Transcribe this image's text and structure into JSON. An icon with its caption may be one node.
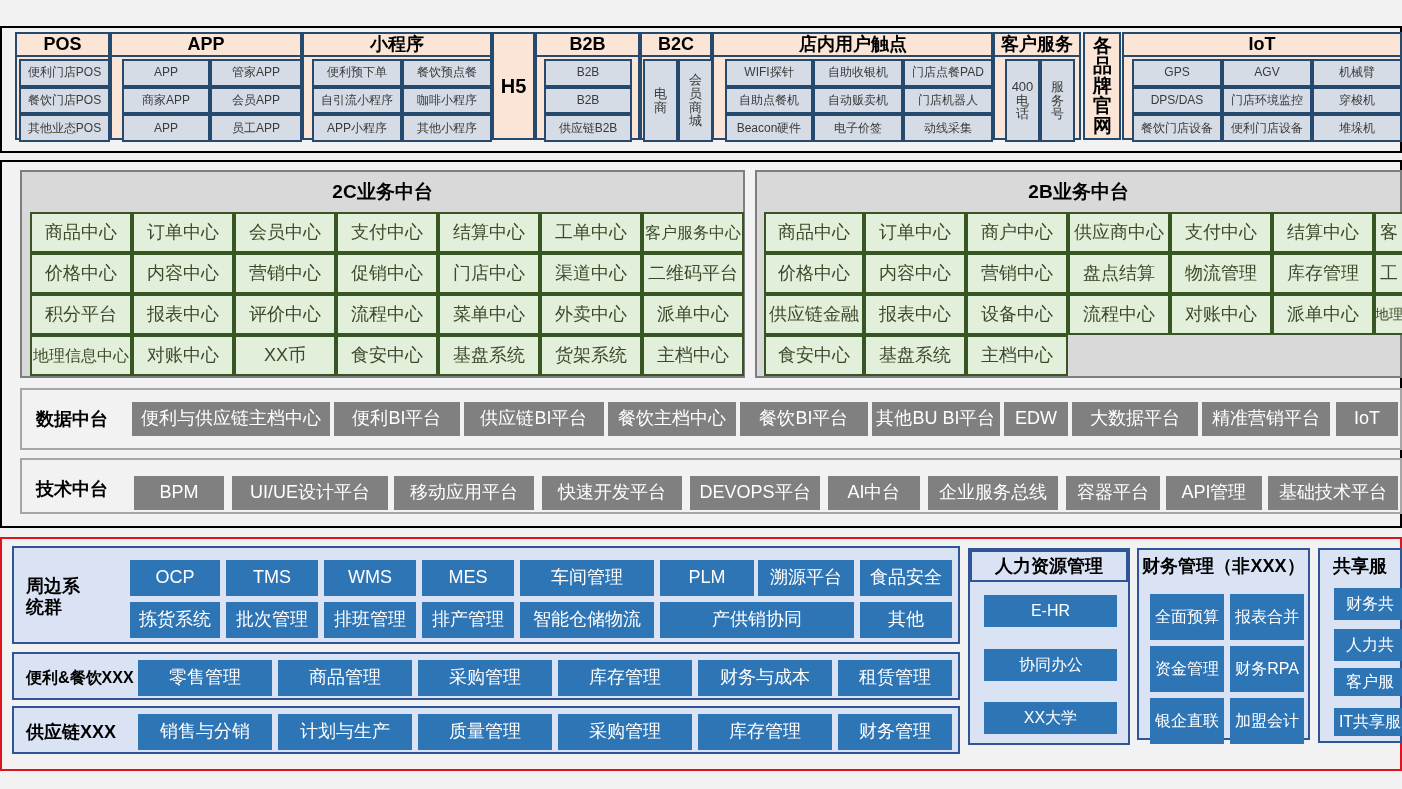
{
  "diagram": {
    "nodes": [
      {
        "text": [
          "POS"
        ]
      },
      {
        "text": [
          "便利门店POS"
        ],
        "in": 0
      },
      {
        "text": [
          "餐饮门店POS"
        ],
        "in": 0
      },
      {
        "text": [
          "其他业态POS"
        ],
        "in": 0
      },
      {
        "text": [
          "APP"
        ]
      },
      {
        "text": [
          "APP"
        ],
        "in": 4
      },
      {
        "text": [
          "管家APP"
        ],
        "in": 4
      },
      {
        "text": [
          "商家APP"
        ],
        "in": 4
      },
      {
        "text": [
          "会员APP"
        ],
        "in": 4
      },
      {
        "text": [
          "APP"
        ],
        "in": 4
      },
      {
        "text": [
          "员工APP"
        ],
        "in": 4
      },
      {
        "text": [
          "小程序"
        ]
      },
      {
        "text": [
          "便利预下单"
        ],
        "in": 11
      },
      {
        "text": [
          "餐饮预点餐"
        ],
        "in": 11
      },
      {
        "text": [
          "自引流小程序"
        ],
        "in": 11
      },
      {
        "text": [
          "咖啡小程序"
        ],
        "in": 11
      },
      {
        "text": [
          "APP小程序"
        ],
        "in": 11
      },
      {
        "text": [
          "其他小程序"
        ],
        "in": 11
      },
      {
        "text": [
          "H5"
        ]
      },
      {
        "text": [
          "B2B"
        ]
      },
      {
        "text": [
          "B2B"
        ],
        "in": 19
      },
      {
        "text": [
          "B2B"
        ],
        "in": 19
      },
      {
        "text": [
          "供应链B2B"
        ],
        "in": 19
      },
      {
        "text": [
          "B2C"
        ]
      },
      {
        "text": [
          "电商"
        ],
        "in": 23
      },
      {
        "text": [
          "会员商城"
        ],
        "in": 23
      },
      {
        "text": [
          "店内用户触点"
        ]
      },
      {
        "text": [
          "WIFI探针"
        ],
        "in": 26
      },
      {
        "text": [
          "自助收银机"
        ],
        "in": 26
      },
      {
        "text": [
          "门店点餐PAD"
        ],
        "in": 26
      },
      {
        "text": [
          "自助点餐机"
        ],
        "in": 26
      },
      {
        "text": [
          "自动贩卖机"
        ],
        "in": 26
      },
      {
        "text": [
          "门店机器人"
        ],
        "in": 26
      },
      {
        "text": [
          "Beacon硬件"
        ],
        "in": 26
      },
      {
        "text": [
          "电子价签"
        ],
        "in": 26
      },
      {
        "text": [
          "动线采集"
        ],
        "in": 26
      },
      {
        "text": [
          "客户服务"
        ]
      },
      {
        "text": [
          "400电话"
        ],
        "in": 36
      },
      {
        "text": [
          "服务号"
        ],
        "in": 36
      },
      {
        "text": [
          "各品牌官网"
        ]
      },
      {
        "text": [
          "IoT"
        ]
      },
      {
        "text": [
          "GPS"
        ],
        "in": 40
      },
      {
        "text": [
          "AGV"
        ],
        "in": 40
      },
      {
        "text": [
          "机械臂"
        ],
        "in": 40
      },
      {
        "text": [
          "DPS/DAS"
        ],
        "in": 40
      },
      {
        "text": [
          "门店环境监控"
        ],
        "in": 40
      },
      {
        "text": [
          "穿梭机"
        ],
        "in": 40
      },
      {
        "text": [
          "餐饮门店设备"
        ],
        "in": 40
      },
      {
        "text": [
          "便利门店设备"
        ],
        "in": 40
      },
      {
        "text": [
          "堆垛机"
        ],
        "in": 40
      },
      {
        "text": [
          "2C业务中台"
        ]
      },
      {
        "text": [
          "商品中心"
        ],
        "in": 50
      },
      {
        "text": [
          "订单中心"
        ],
        "in": 50
      },
      {
        "text": [
          "会员中心"
        ],
        "in": 50
      },
      {
        "text": [
          "支付中心"
        ],
        "in": 50
      },
      {
        "text": [
          "结算中心"
        ],
        "in": 50
      },
      {
        "text": [
          "工单中心"
        ],
        "in": 50
      },
      {
        "text": [
          "客户服务中心"
        ],
        "in": 50
      },
      {
        "text": [
          "价格中心"
        ],
        "in": 50
      },
      {
        "text": [
          "内容中心"
        ],
        "in": 50
      },
      {
        "text": [
          "营销中心"
        ],
        "in": 50
      },
      {
        "text": [
          "促销中心"
        ],
        "in": 50
      },
      {
        "text": [
          "门店中心"
        ],
        "in": 50
      },
      {
        "text": [
          "渠道中心"
        ],
        "in": 50
      },
      {
        "text": [
          "二维码平台"
        ],
        "in": 50
      },
      {
        "text": [
          "积分平台"
        ],
        "in": 50
      },
      {
        "text": [
          "报表中心"
        ],
        "in": 50
      },
      {
        "text": [
          "评价中心"
        ],
        "in": 50
      },
      {
        "text": [
          "流程中心"
        ],
        "in": 50
      },
      {
        "text": [
          "菜单中心"
        ],
        "in": 50
      },
      {
        "text": [
          "外卖中心"
        ],
        "in": 50
      },
      {
        "text": [
          "派单中心"
        ],
        "in": 50
      },
      {
        "text": [
          "地理信息中心"
        ],
        "in": 50
      },
      {
        "text": [
          "对账中心"
        ],
        "in": 50
      },
      {
        "text": [
          "XX币"
        ],
        "in": 50
      },
      {
        "text": [
          "食安中心"
        ],
        "in": 50
      },
      {
        "text": [
          "基盘系统"
        ],
        "in": 50
      },
      {
        "text": [
          "货架系统"
        ],
        "in": 50
      },
      {
        "text": [
          "主档中心"
        ],
        "in": 50
      },
      {
        "text": [
          "2B业务中台"
        ]
      },
      {
        "text": [
          "商品中心"
        ],
        "in": 79
      },
      {
        "text": [
          "订单中心"
        ],
        "in": 79
      },
      {
        "text": [
          "商户中心"
        ],
        "in": 79
      },
      {
        "text": [
          "供应商中心"
        ],
        "in": 79
      },
      {
        "text": [
          "支付中心"
        ],
        "in": 79
      },
      {
        "text": [
          "结算中心"
        ],
        "in": 79
      },
      {
        "text": [
          "客"
        ],
        "in": 79
      },
      {
        "text": [
          "价格中心"
        ],
        "in": 79
      },
      {
        "text": [
          "内容中心"
        ],
        "in": 79
      },
      {
        "text": [
          "营销中心"
        ],
        "in": 79
      },
      {
        "text": [
          "盘点结算"
        ],
        "in": 79
      },
      {
        "text": [
          "物流管理"
        ],
        "in": 79
      },
      {
        "text": [
          "库存管理"
        ],
        "in": 79
      },
      {
        "text": [
          "工"
        ],
        "in": 79
      },
      {
        "text": [
          "供应链金融"
        ],
        "in": 79
      },
      {
        "text": [
          "报表中心"
        ],
        "in": 79
      },
      {
        "text": [
          "设备中心"
        ],
        "in": 79
      },
      {
        "text": [
          "流程中心"
        ],
        "in": 79
      },
      {
        "text": [
          "对账中心"
        ],
        "in": 79
      },
      {
        "text": [
          "派单中心"
        ],
        "in": 79
      },
      {
        "text": [
          "地理"
        ],
        "in": 79
      },
      {
        "text": [
          "食安中心"
        ],
        "in": 79
      },
      {
        "text": [
          "基盘系统"
        ],
        "in": 79
      },
      {
        "text": [
          "主档中心"
        ],
        "in": 79
      },
      {
        "text": [
          "数据中台"
        ]
      },
      {
        "text": [
          "便利与供应链主档中心"
        ],
        "in": 104
      },
      {
        "text": [
          "便利BI平台"
        ],
        "in": 104
      },
      {
        "text": [
          "供应链BI平台"
        ],
        "in": 104
      },
      {
        "text": [
          "餐饮主档中心"
        ],
        "in": 104
      },
      {
        "text": [
          "餐饮BI平台"
        ],
        "in": 104
      },
      {
        "text": [
          "其他BU BI平台"
        ],
        "in": 104
      },
      {
        "text": [
          "EDW"
        ],
        "in": 104
      },
      {
        "text": [
          "大数据平台"
        ],
        "in": 104
      },
      {
        "text": [
          "精准营销平台"
        ],
        "in": 104
      },
      {
        "text": [
          "IoT"
        ],
        "in": 104
      },
      {
        "text": [
          "技术中台"
        ]
      },
      {
        "text": [
          "BPM"
        ],
        "in": 115
      },
      {
        "text": [
          "UI/UE设计平台"
        ],
        "in": 115
      },
      {
        "text": [
          "移动应用平台"
        ],
        "in": 115
      },
      {
        "text": [
          "快速开发平台"
        ],
        "in": 115
      },
      {
        "text": [
          "DEVOPS平台"
        ],
        "in": 115
      },
      {
        "text": [
          "AI中台"
        ],
        "in": 115
      },
      {
        "text": [
          "企业服务总线"
        ],
        "in": 115
      },
      {
        "text": [
          "容器平台"
        ],
        "in": 115
      },
      {
        "text": [
          "API管理"
        ],
        "in": 115
      },
      {
        "text": [
          "基础技术平台"
        ],
        "in": 115
      },
      {
        "text": [
          "周边系统群"
        ]
      },
      {
        "text": [
          "OCP"
        ],
        "in": 126
      },
      {
        "text": [
          "TMS"
        ],
        "in": 126
      },
      {
        "text": [
          "WMS"
        ],
        "in": 126
      },
      {
        "text": [
          "MES"
        ],
        "in": 126
      },
      {
        "text": [
          "车间管理"
        ],
        "in": 126
      },
      {
        "text": [
          "PLM"
        ],
        "in": 126
      },
      {
        "text": [
          "溯源平台"
        ],
        "in": 126
      },
      {
        "text": [
          "食品安全"
        ],
        "in": 126
      },
      {
        "text": [
          "拣货系统"
        ],
        "in": 126
      },
      {
        "text": [
          "批次管理"
        ],
        "in": 126
      },
      {
        "text": [
          "排班管理"
        ],
        "in": 126
      },
      {
        "text": [
          "排产管理"
        ],
        "in": 126
      },
      {
        "text": [
          "智能仓储物流"
        ],
        "in": 126
      },
      {
        "text": [
          "产供销协同"
        ],
        "in": 126
      },
      {
        "text": [
          "其他"
        ],
        "in": 126
      },
      {
        "text": [
          "便利&餐饮XXX"
        ]
      },
      {
        "text": [
          "零售管理"
        ],
        "in": 142
      },
      {
        "text": [
          "商品管理"
        ],
        "in": 142
      },
      {
        "text": [
          "采购管理"
        ],
        "in": 142
      },
      {
        "text": [
          "库存管理"
        ],
        "in": 142
      },
      {
        "text": [
          "财务与成本"
        ],
        "in": 142
      },
      {
        "text": [
          "租赁管理"
        ],
        "in": 142
      },
      {
        "text": [
          "供应链XXX"
        ]
      },
      {
        "text": [
          "销售与分销"
        ],
        "in": 149
      },
      {
        "text": [
          "计划与生产"
        ],
        "in": 149
      },
      {
        "text": [
          "质量管理"
        ],
        "in": 149
      },
      {
        "text": [
          "采购管理"
        ],
        "in": 149
      },
      {
        "text": [
          "库存管理"
        ],
        "in": 149
      },
      {
        "text": [
          "财务管理"
        ],
        "in": 149
      },
      {
        "text": [
          "人力资源管理"
        ]
      },
      {
        "text": [
          "E-HR"
        ],
        "in": 156
      },
      {
        "text": [
          "协同办公"
        ],
        "in": 156
      },
      {
        "text": [
          "XX大学"
        ],
        "in": 156
      },
      {
        "text": [
          "财务管理（非XXX）"
        ]
      },
      {
        "text": [
          "全面预算"
        ],
        "in": 160
      },
      {
        "text": [
          "报表合并"
        ],
        "in": 160
      },
      {
        "text": [
          "资金管理"
        ],
        "in": 160
      },
      {
        "text": [
          "财务RPA"
        ],
        "in": 160
      },
      {
        "text": [
          "银企直联"
        ],
        "in": 160
      },
      {
        "text": [
          "加盟会计"
        ],
        "in": 160
      },
      {
        "text": [
          "共享服"
        ]
      },
      {
        "text": [
          "财务共"
        ],
        "in": 167
      },
      {
        "text": [
          "人力共"
        ],
        "in": 167
      },
      {
        "text": [
          "客户服"
        ],
        "in": 167
      },
      {
        "text": [
          "IT共享服"
        ],
        "in": 167
      }
    ]
  }
}
